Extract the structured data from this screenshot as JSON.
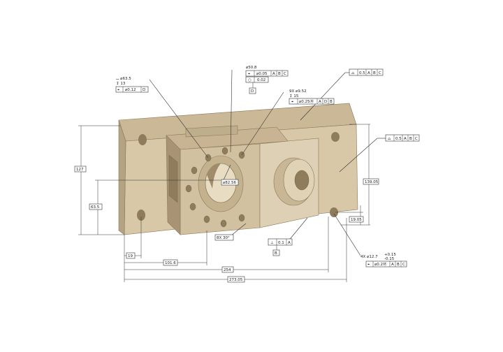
{
  "annotations": {
    "counterbore": {
      "line1": "⌴ ⌀63.5",
      "line2": "↧ 13",
      "fcf_symbol": "⌖",
      "fcf_tol": "⌀0.12",
      "fcf_datum": "D"
    },
    "bore": {
      "diameter": "⌀50.8",
      "fcf_symbol": "⌖",
      "fcf_tol": "⌀0.05",
      "datums": [
        "A",
        "B",
        "C"
      ],
      "circ_symbol": "○",
      "circ_tol": "0.02",
      "datum_label": "D"
    },
    "bolt_holes": {
      "count": "9X ⌀9.52",
      "depth": "↧ 15",
      "fcf_symbol": "⌖",
      "fcf_tol": "⌀0.25Ⓜ",
      "datums": [
        "A",
        "D",
        "B"
      ]
    },
    "profile_top": {
      "symbol": "⌓",
      "tol": "0.5",
      "datums": [
        "A",
        "B",
        "C"
      ]
    },
    "profile_right": {
      "symbol": "⌓",
      "tol": "0.5",
      "datums": [
        "A",
        "B",
        "C"
      ]
    },
    "bcd": "⌀82.56",
    "angle": "8X 30°",
    "perpendicularity": {
      "symbol": "⊥",
      "tol": "0.1",
      "datum": "A",
      "datum_label": "B"
    },
    "slots": {
      "line1": "4X ⌀12.7",
      "upper": "+0.15",
      "lower": "-0.15",
      "fcf_symbol": "⌖",
      "fcf_tol": "⌀0.2Ⓜ",
      "datums": [
        "A",
        "B",
        "C"
      ]
    }
  },
  "dimensions": {
    "height_total": "127",
    "height_mid": "63.5",
    "right_height": "139.05",
    "right_small": "19.05",
    "bottom_19": "19",
    "bottom_101": "101.6",
    "bottom_254": "254",
    "bottom_273": "273.05"
  },
  "colors": {
    "part_face": "#d8c8a8",
    "part_dark": "#b5a282",
    "part_shadow": "#9c8a6a",
    "line": "#333333"
  }
}
